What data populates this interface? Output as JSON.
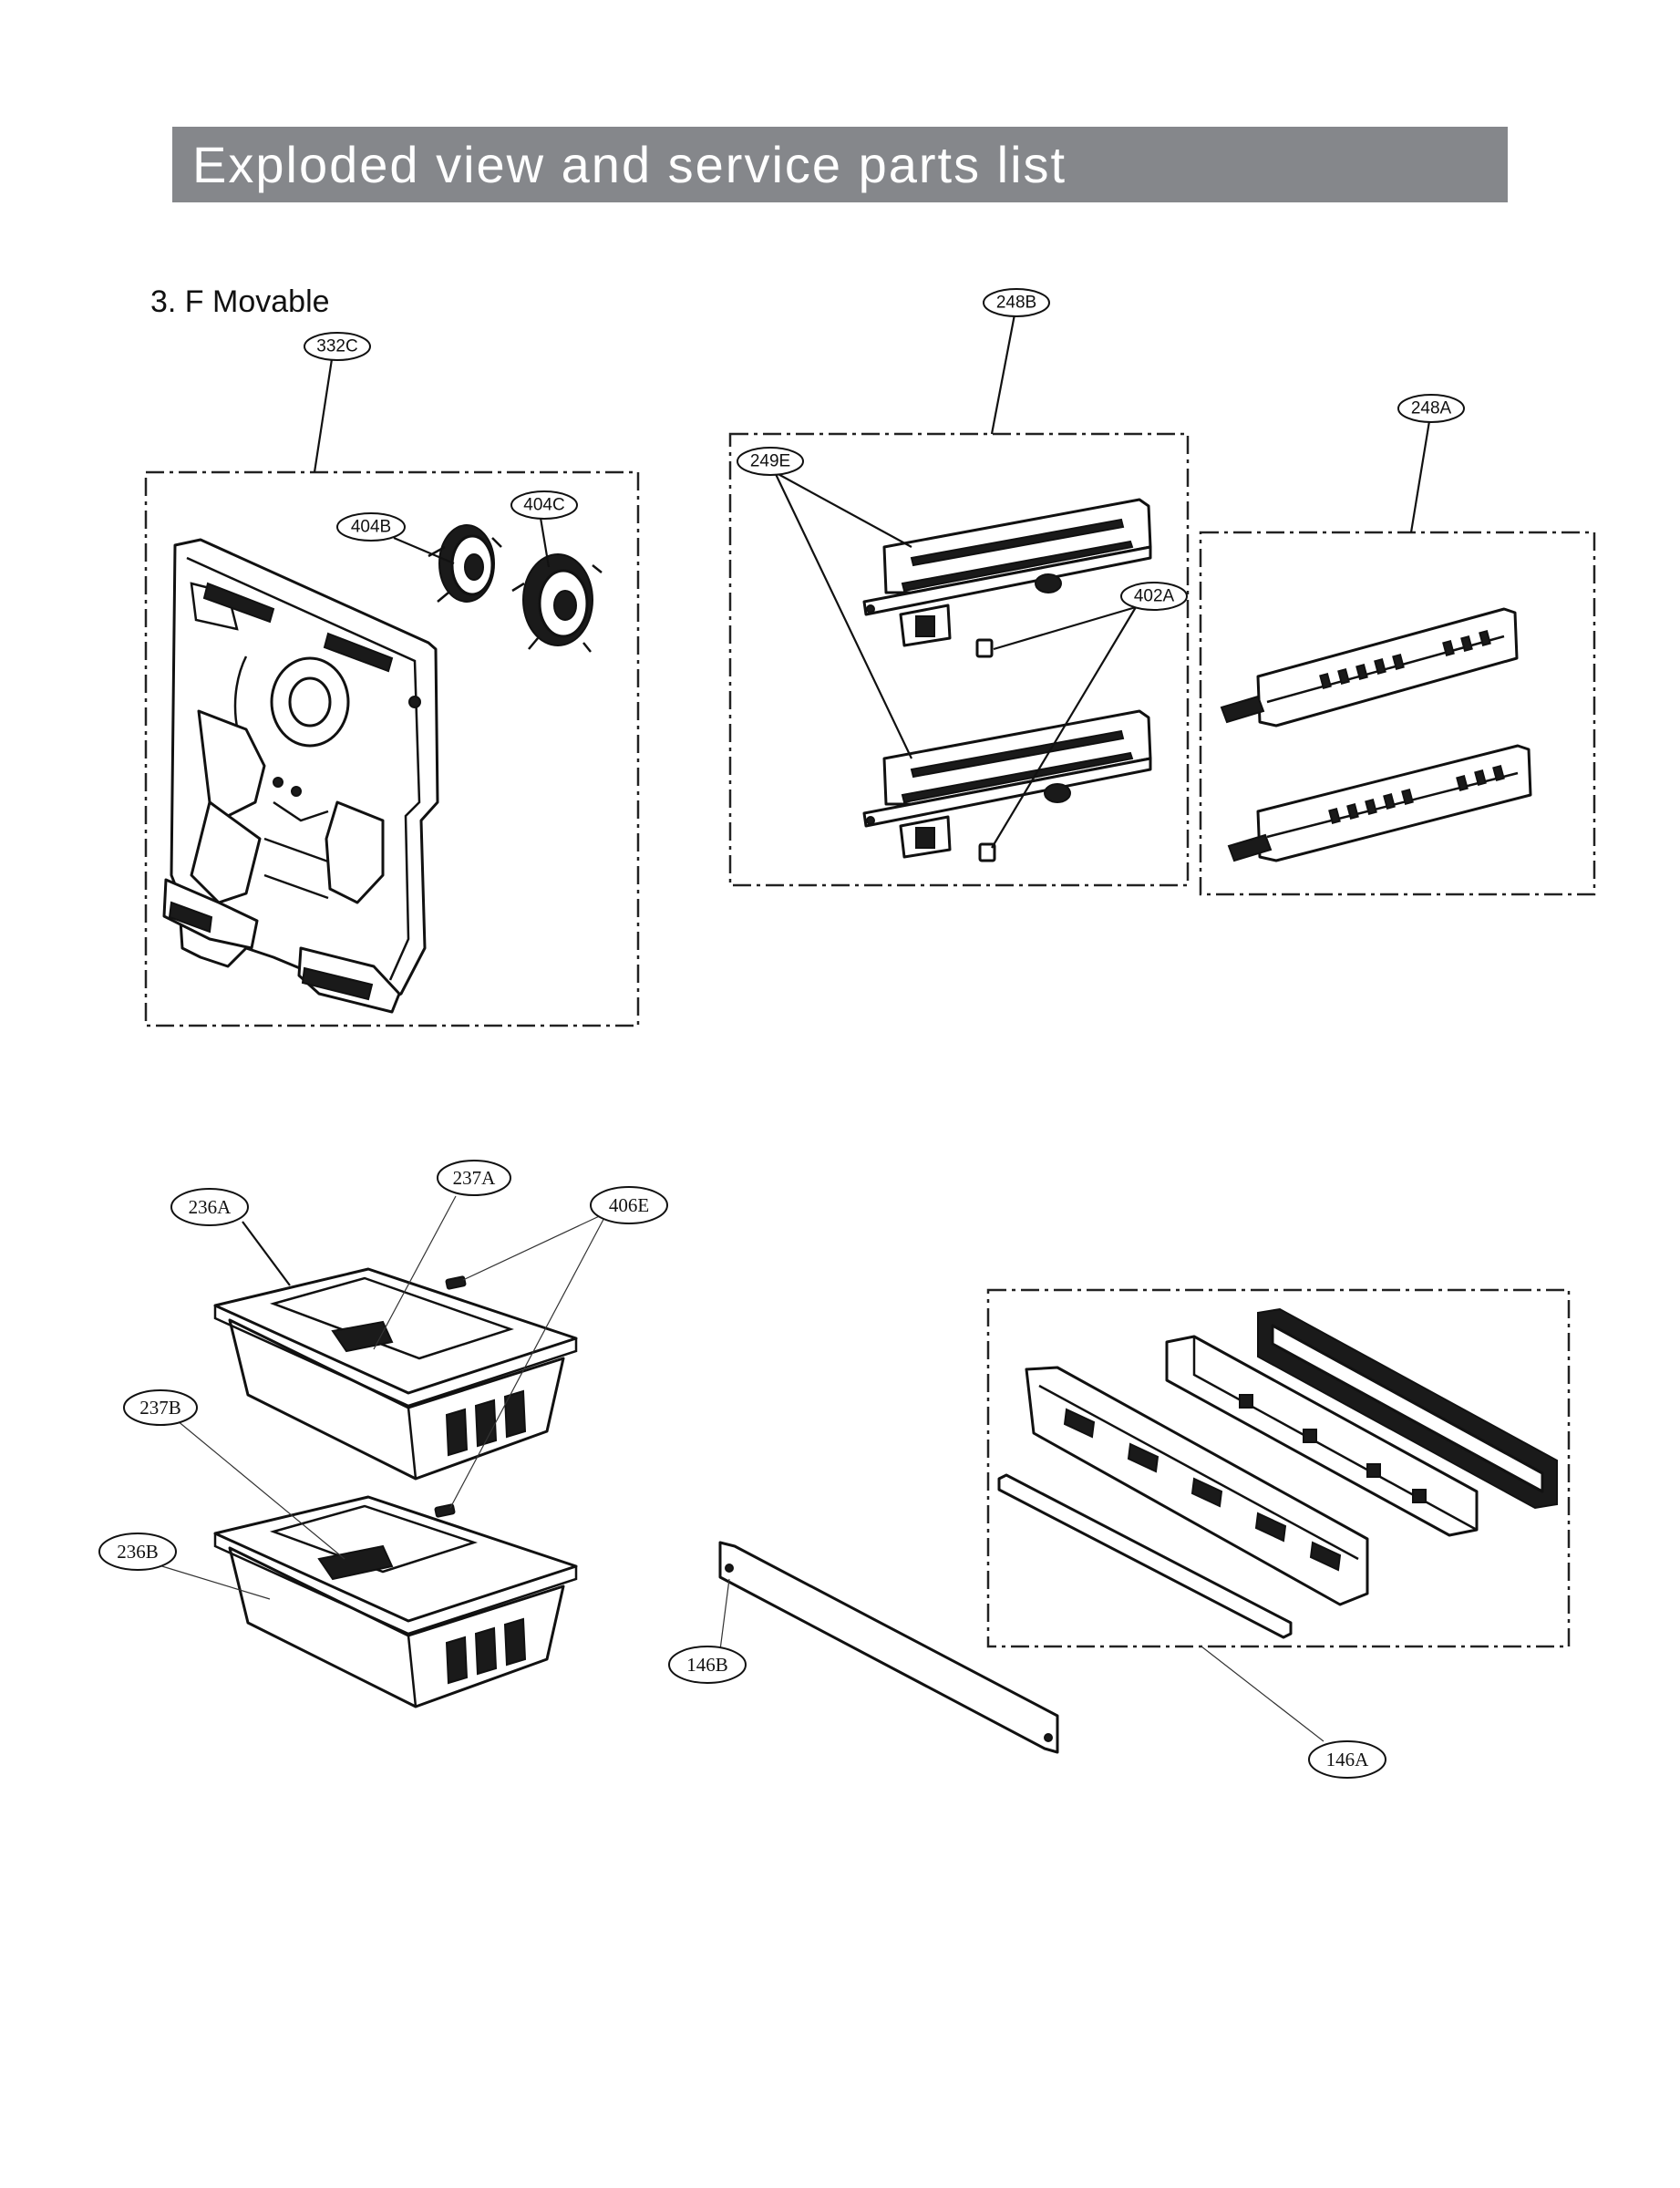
{
  "header": {
    "title": "Exploded view and service parts list"
  },
  "section": {
    "title": "3. F Movable"
  },
  "part_labels": {
    "p332C": "332C",
    "p404B": "404B",
    "p404C": "404C",
    "p248B": "248B",
    "p248A": "248A",
    "p249E": "249E",
    "p402A": "402A",
    "p236A": "236A",
    "p237A": "237A",
    "p406E": "406E",
    "p237B": "237B",
    "p236B": "236B",
    "p146B": "146B",
    "p146A": "146A"
  },
  "colors": {
    "header_background": "#85878b",
    "header_text": "#ffffff",
    "line_art": "#111111"
  }
}
